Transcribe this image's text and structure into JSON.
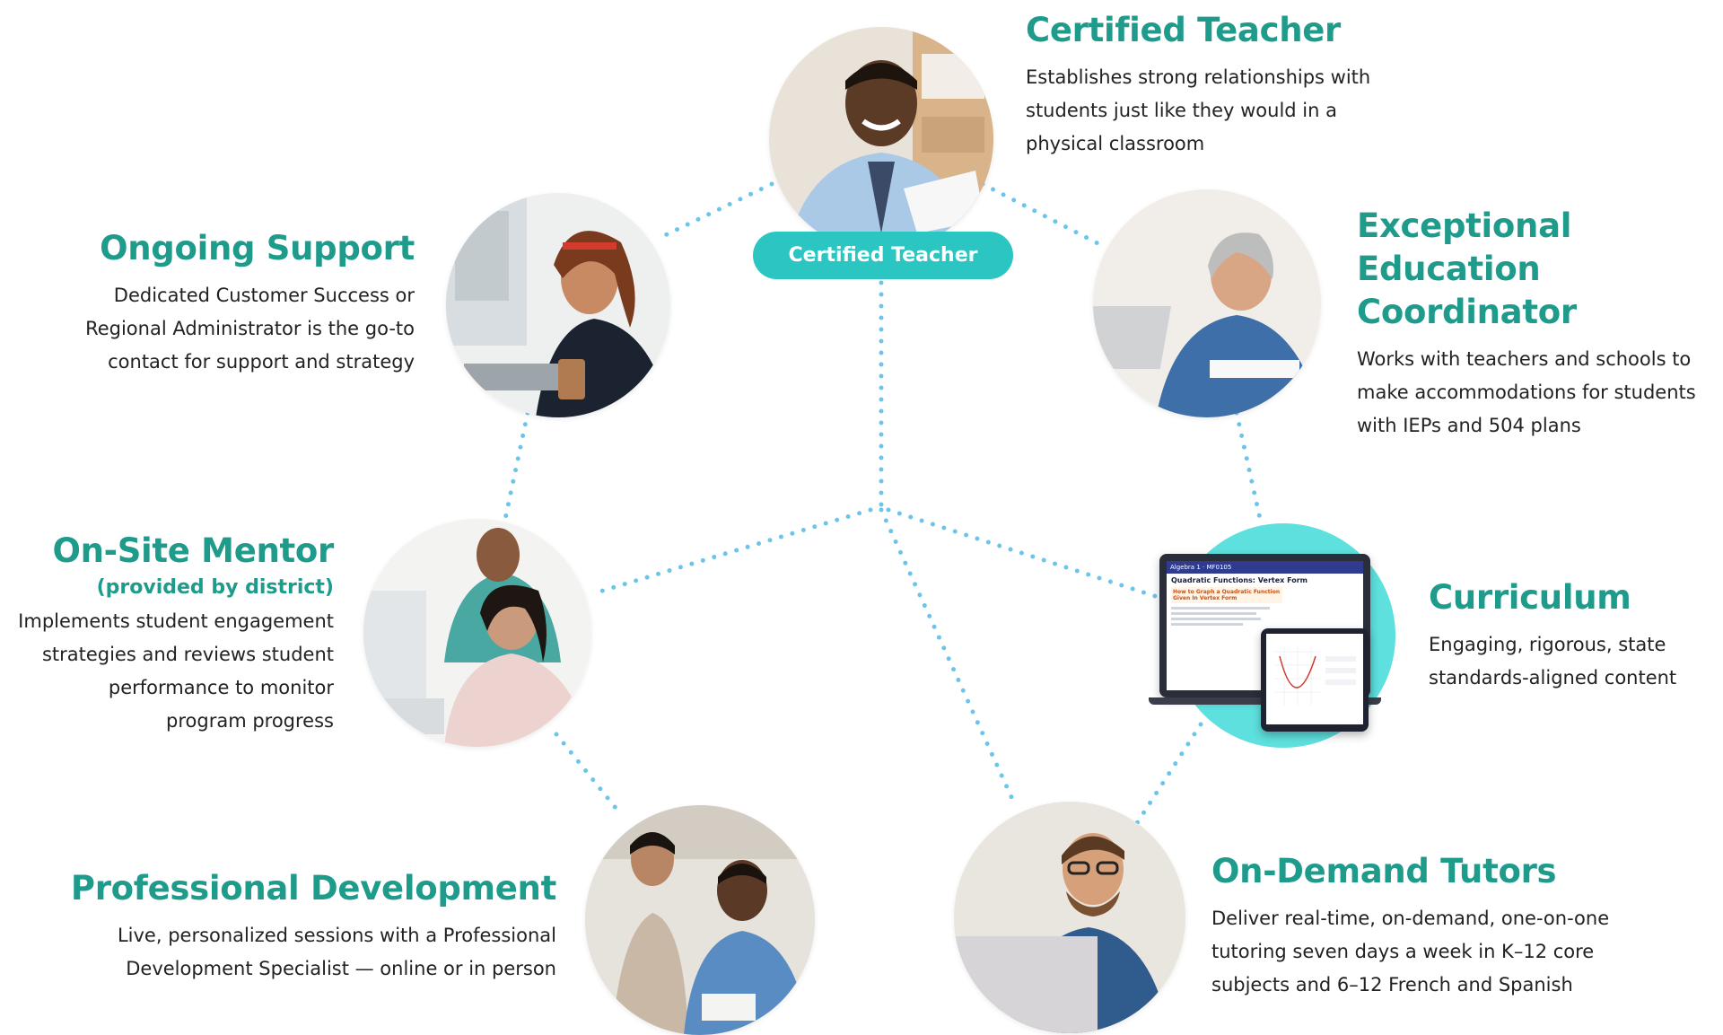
{
  "colors": {
    "accent": "#1f9b8c",
    "pill": "#2bc6c2",
    "dots": "#6cc4ea",
    "curriculum_bg": "#5ee0de"
  },
  "pill_label": "Certified Teacher",
  "nodes": {
    "certified_teacher": {
      "title": "Certified Teacher",
      "lines": [
        "Establishes strong relationships with",
        "students just like they would in a",
        "physical classroom"
      ]
    },
    "exceptional_education": {
      "title_lines": [
        "Exceptional",
        "Education Coordinator"
      ],
      "lines": [
        "Works with teachers and schools to",
        "make accommodations for students",
        "with IEPs and 504 plans"
      ]
    },
    "ongoing_support": {
      "title": "Ongoing Support",
      "lines": [
        "Dedicated Customer Success or",
        "Regional Administrator is the go-to",
        "contact for support and strategy"
      ]
    },
    "on_site_mentor": {
      "title": "On-Site Mentor",
      "subtitle": "(provided by district)",
      "lines": [
        "Implements student engagement",
        "strategies and reviews student",
        "performance to monitor",
        "program progress"
      ]
    },
    "curriculum": {
      "title": "Curriculum",
      "lines": [
        "Engaging, rigorous, state",
        "standards-aligned content"
      ]
    },
    "professional_development": {
      "title": "Professional Development",
      "lines": [
        "Live, personalized sessions with a Professional",
        "Development Specialist — online or in person"
      ]
    },
    "on_demand_tutors": {
      "title": "On-Demand Tutors",
      "lines": [
        "Deliver real-time, on-demand, one-on-one",
        "tutoring seven days a week in K–12 core",
        "subjects and 6–12 French and Spanish"
      ]
    },
    "laptop_screen": {
      "header": "Algebra 1 · MF0105",
      "lesson_title": "Quadratic Functions: Vertex Form",
      "video_title": "How to Graph a Quadratic Function Given In Vertex Form"
    }
  }
}
